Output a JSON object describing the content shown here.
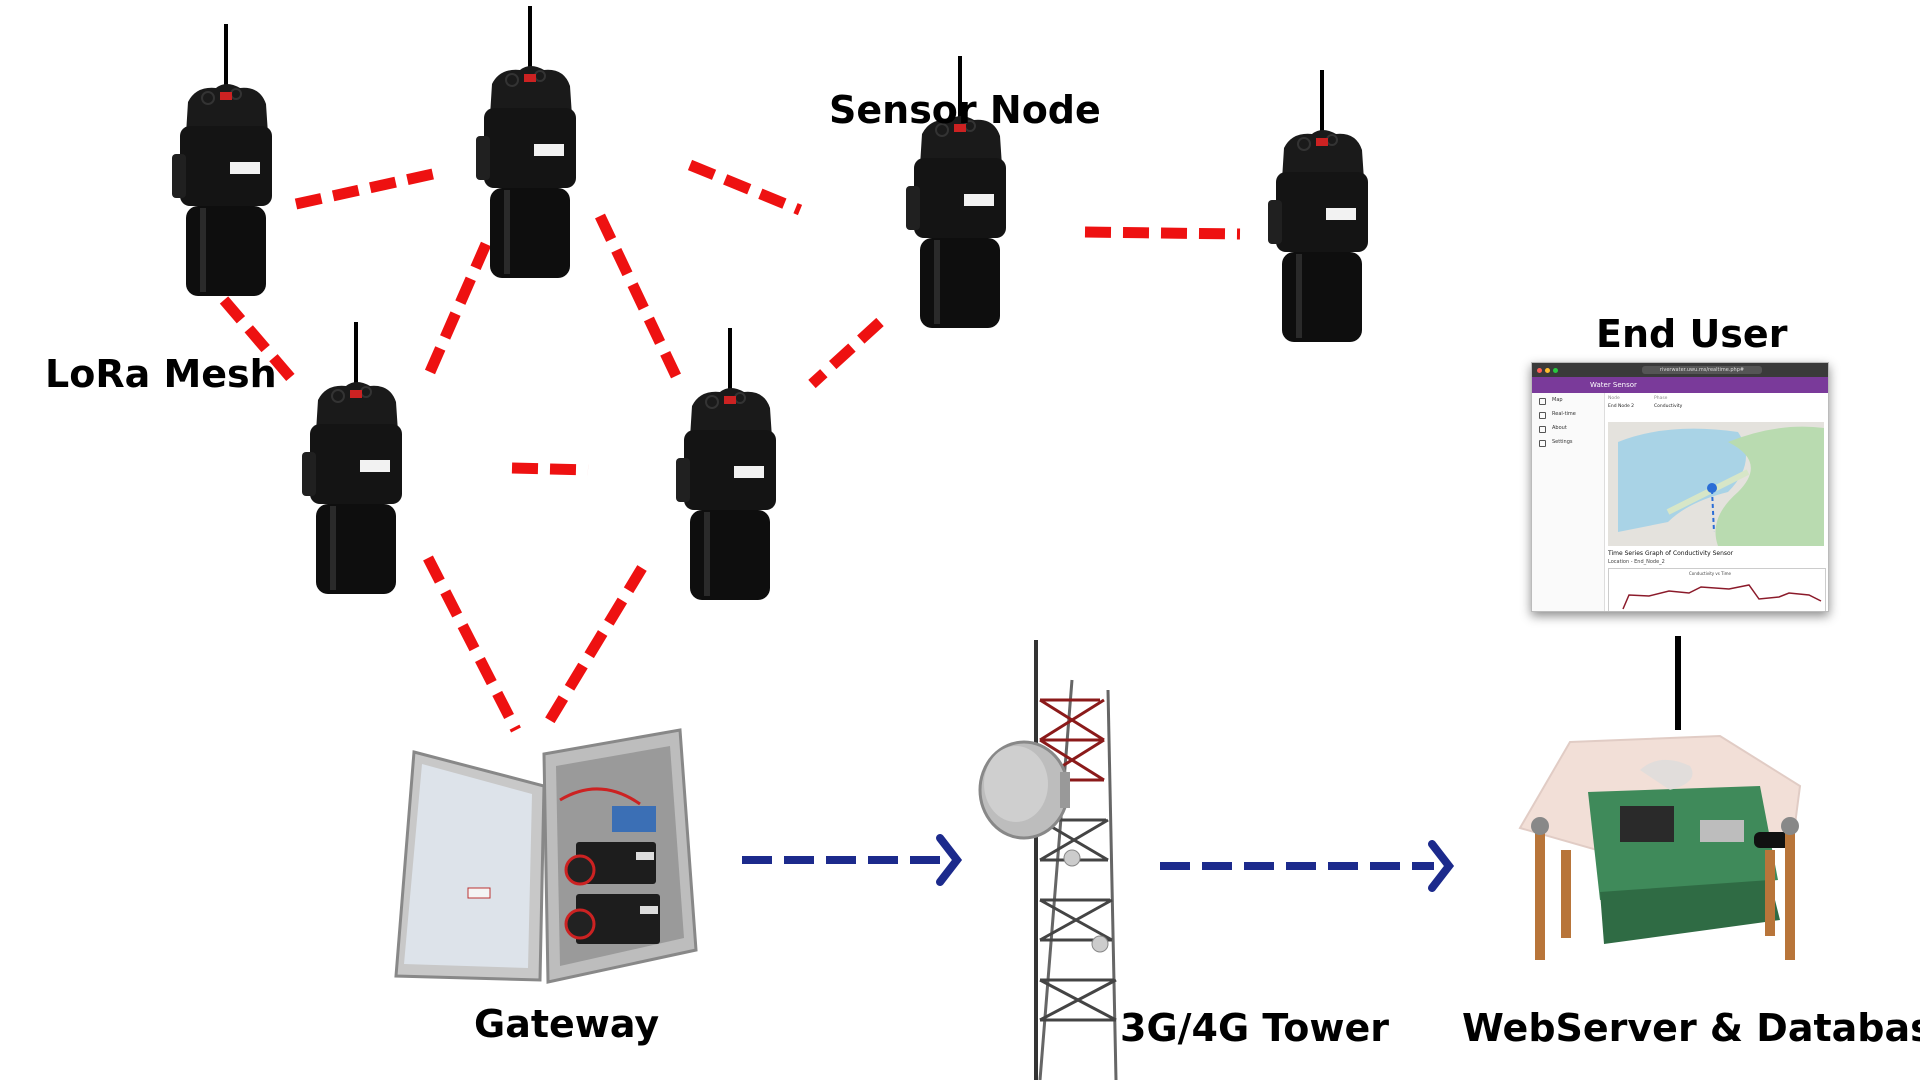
{
  "labels": {
    "sensor_node": "Sensor Node",
    "lora_mesh": "LoRa Mesh",
    "end_user": "End User",
    "gateway": "Gateway",
    "tower": "3G/4G Tower",
    "webserver": "WebServer & Database"
  },
  "colors": {
    "lora_link": "#ee1111",
    "cellular_link": "#1c2a8c",
    "sensor_body": "#111111",
    "browser_header": "#7a3a9a"
  },
  "icons": {
    "sensor": "sensor-node-device",
    "gateway": "gateway-enclosure",
    "tower": "cell-tower",
    "server": "raspberry-pi-server",
    "screen": "web-dashboard-screenshot"
  },
  "browser": {
    "url": "riverwater.uwu.ms/realtime.php#",
    "app_title": "Water Sensor",
    "nav": [
      "Map",
      "Real-time",
      "About",
      "Settings"
    ],
    "node_label": "Node",
    "node_value": "End Node 2",
    "phase_label": "Phase",
    "phase_value": "Conductivity",
    "graph_title": "Time Series Graph of Conductivity Sensor",
    "location": "Location - End_Node_2",
    "chart_title": "Conductivity vs Time"
  }
}
